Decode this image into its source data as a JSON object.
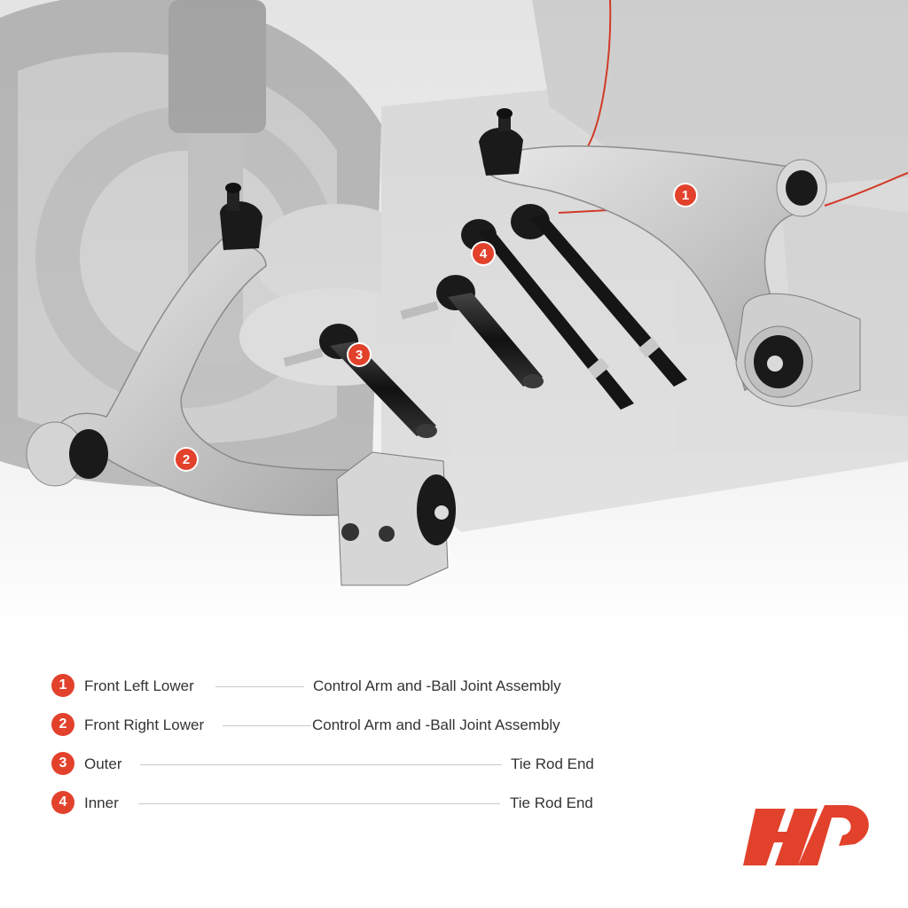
{
  "callouts": [
    "1",
    "2",
    "3",
    "4"
  ],
  "legend": [
    {
      "num": "1",
      "label": "Front Left Lower",
      "desc": "Control Arm and -Ball Joint Assembly"
    },
    {
      "num": "2",
      "label": "Front Right Lower",
      "desc": "Control Arm and -Ball Joint Assembly"
    },
    {
      "num": "3",
      "label": "Outer",
      "desc": "Tie Rod End"
    },
    {
      "num": "4",
      "label": "Inner",
      "desc": "Tie Rod End"
    }
  ],
  "colors": {
    "accent": "#e2412b",
    "text": "#333333",
    "arm": "#cfcfcf",
    "rubber": "#1a1a1a"
  },
  "icons": [
    "product-photo",
    "brand-logo"
  ]
}
